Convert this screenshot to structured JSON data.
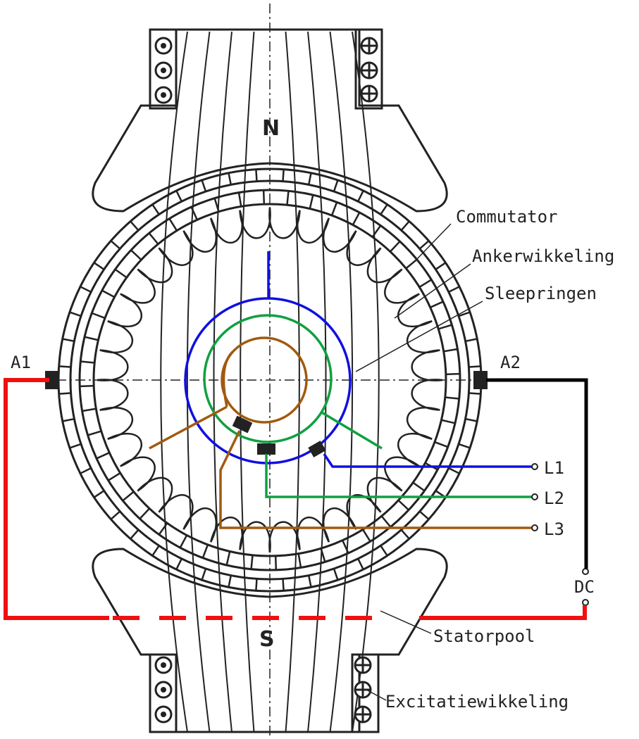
{
  "labels": {
    "north": "N",
    "south": "S",
    "a1": "A1",
    "a2": "A2",
    "commutator": "Commutator",
    "armature_winding": "Ankerwikkeling",
    "slip_rings": "Sleepringen",
    "stator_pole": "Statorpool",
    "excitation_winding": "Excitatiewikkeling",
    "l1": "L1",
    "l2": "L2",
    "l3": "L3",
    "dc": "DC"
  },
  "colors": {
    "l1_blue": "#1010e0",
    "l2_green": "#10a040",
    "l3_brown": "#a05a10",
    "dc_red": "#f01010",
    "dc_black": "#000000",
    "ink": "#222222"
  }
}
